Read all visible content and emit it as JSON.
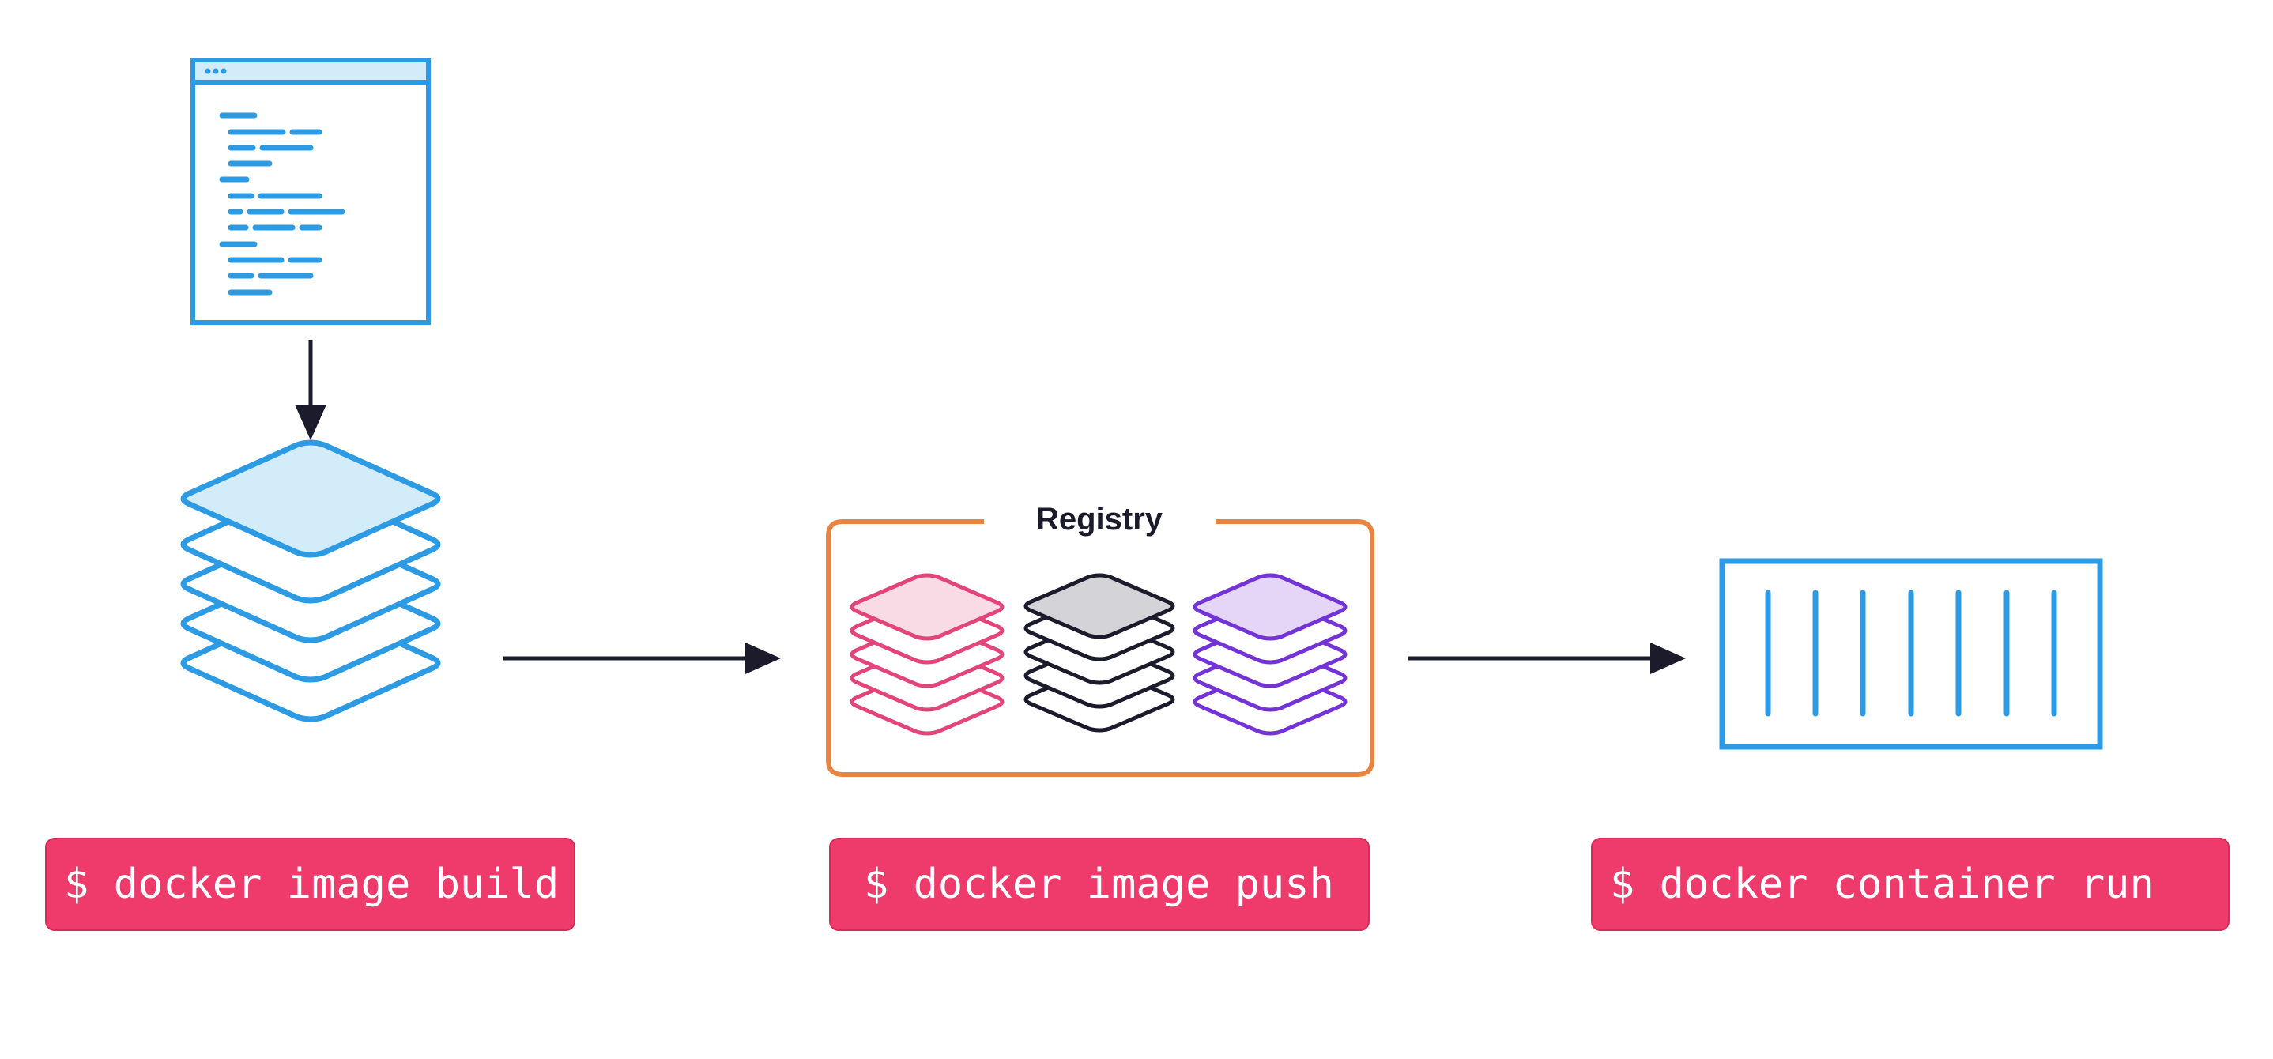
{
  "registry": {
    "label": "Registry"
  },
  "commands": {
    "build": "$ docker image build",
    "push": "$ docker image push",
    "run": "$ docker container run"
  },
  "colors": {
    "blue": "#2d9be3",
    "blue_fill": "#d2ecfa",
    "pink": "#e3447a",
    "pink_fill": "#f9dbe6",
    "black": "#1b1b2b",
    "gray_fill": "#d3d3d8",
    "purple": "#7433d6",
    "purple_fill": "#e5d6f7",
    "orange": "#e8843f",
    "command_bg": "#ee3b6b",
    "arrow": "#1b1b2b"
  },
  "icons": {
    "source": "code-file-icon",
    "image": "image-layers-icon",
    "container": "container-icon"
  }
}
